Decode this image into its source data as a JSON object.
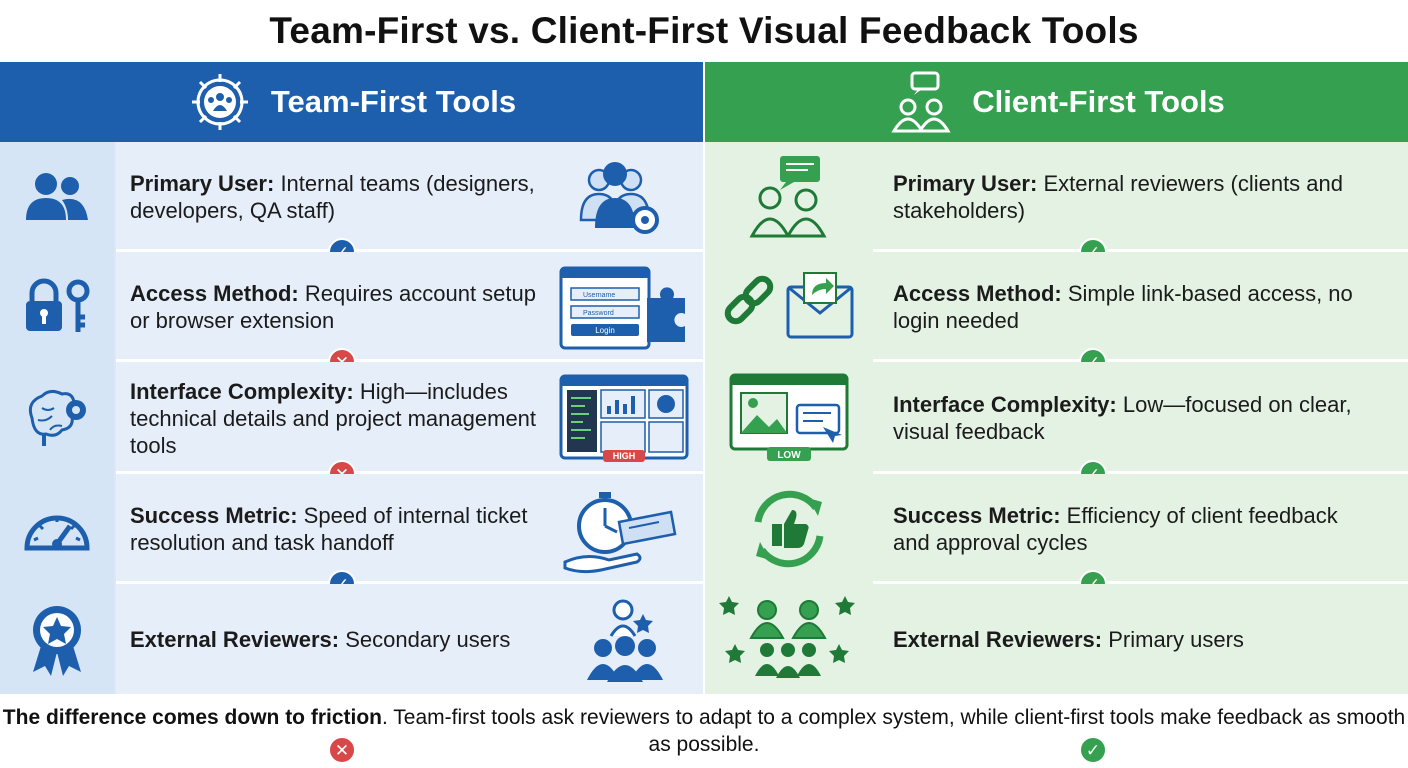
{
  "title": "Team-First vs. Client-First Visual Feedback Tools",
  "team": {
    "heading": "Team-First Tools",
    "accent": "#1d5fac",
    "rows": [
      {
        "label": "Primary User:",
        "text": "Internal teams (designers, developers, QA staff)",
        "mark": "check",
        "icon": "users-icon",
        "illustration": "team-gear-illustration"
      },
      {
        "label": "Access Method:",
        "text": "Requires account setup or browser extension",
        "mark": "cross",
        "icon": "lock-key-icon",
        "illustration": "login-form-illustration",
        "form": {
          "username": "Username",
          "password": "Password",
          "button": "Login"
        }
      },
      {
        "label": "Interface Complexity:",
        "text": "High—includes technical details and project management tools",
        "mark": "cross",
        "icon": "brain-gear-icon",
        "illustration": "dashboard-illustration",
        "tag": "HIGH"
      },
      {
        "label": "Success Metric:",
        "text": "Speed of internal ticket resolution and task handoff",
        "mark": "check",
        "icon": "speedometer-icon",
        "illustration": "stopwatch-ticket-illustration"
      },
      {
        "label": "External Reviewers:",
        "text": "Secondary users",
        "mark": "cross",
        "icon": "award-ribbon-icon",
        "illustration": "group-star-illustration"
      }
    ]
  },
  "client": {
    "heading": "Client-First Tools",
    "accent": "#35a04f",
    "rows": [
      {
        "label": "Primary User:",
        "text": "External reviewers (clients and stakeholders)",
        "mark": "check",
        "icon": "clients-chat-icon"
      },
      {
        "label": "Access Method:",
        "text": "Simple link-based access, no login needed",
        "mark": "check",
        "icon": "link-envelope-icon"
      },
      {
        "label": "Interface Complexity:",
        "text": "Low—focused on clear, visual feedback",
        "mark": "check",
        "icon": "image-comment-icon",
        "tag": "LOW"
      },
      {
        "label": "Success Metric:",
        "text": "Efficiency of client feedback and approval cycles",
        "mark": "check",
        "icon": "thumbs-up-cycle-icon"
      },
      {
        "label": "External Reviewers:",
        "text": "Primary users",
        "mark": "check",
        "icon": "group-stars-icon"
      }
    ]
  },
  "footer": {
    "bold": "The difference comes down to friction",
    "rest": ". Team-first tools ask reviewers to adapt to a complex system, while client-first tools make feedback as smooth as possible."
  }
}
